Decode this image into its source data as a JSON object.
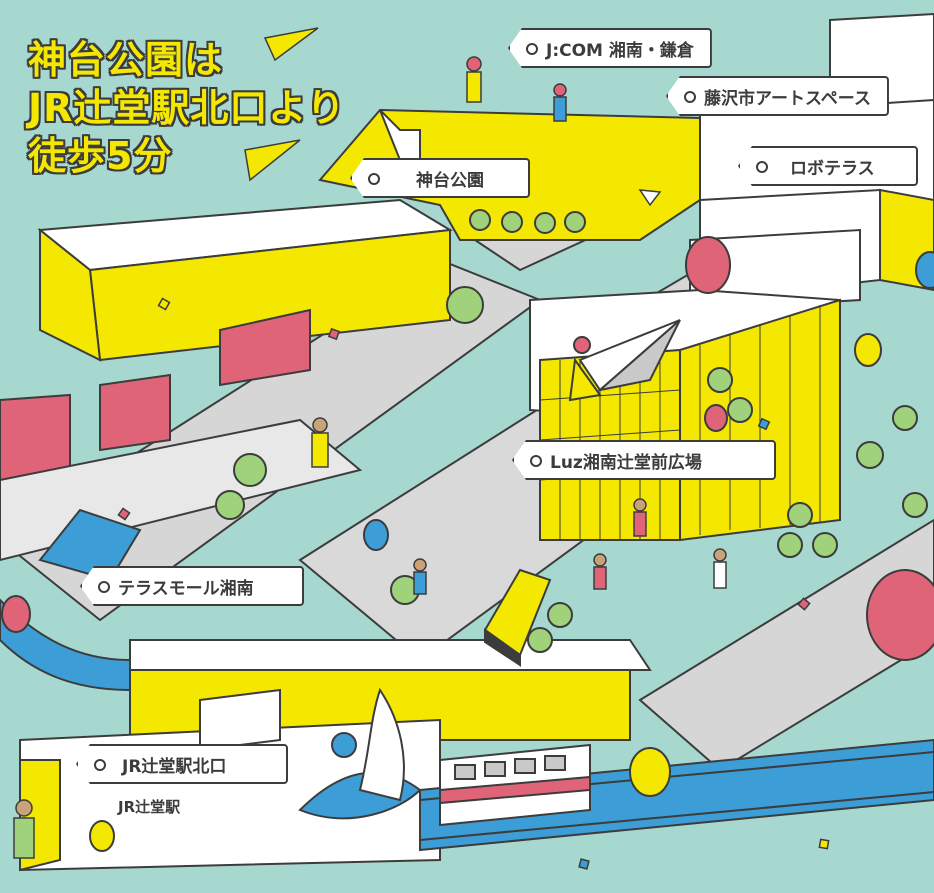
{
  "headline": {
    "line1": "神台公園は",
    "line2": "JR辻堂駅北口より",
    "line3": "徒歩5分"
  },
  "labels": {
    "jcom": "J:COM 湘南・鎌倉",
    "art_space": "藤沢市アートスペース",
    "shindai_park": "神台公園",
    "robo_terrace": "ロボテラス",
    "luz_plaza": "Luz湘南辻堂前広場",
    "terrace_mall": "テラスモール湘南",
    "jr_north_exit": "JR辻堂駅北口"
  },
  "station_sign": "JR辻堂駅",
  "colors": {
    "background": "#a6d8cf",
    "yellow": "#f5e800",
    "pink": "#e06478",
    "blue": "#3d9dd6",
    "outline": "#3c3c3c",
    "green": "#9fd27a",
    "grey": "#c9c9c9",
    "white": "#ffffff"
  }
}
